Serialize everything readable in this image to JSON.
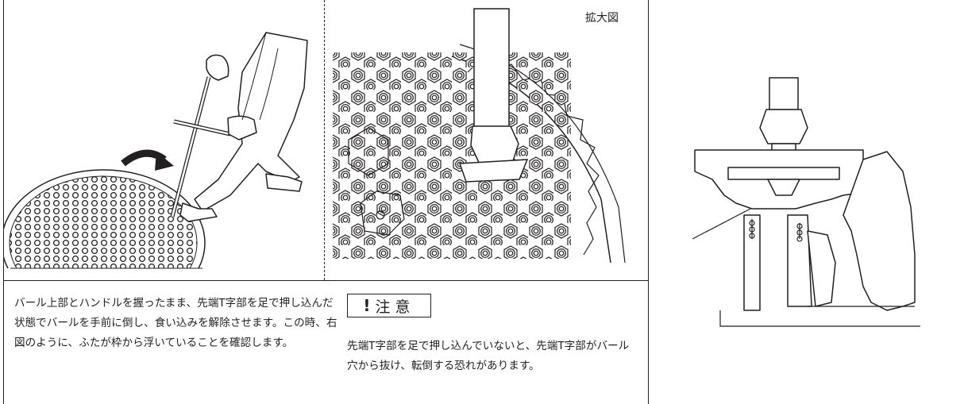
{
  "zoom_label": "拡大図",
  "description": "バール上部とハンドルを握ったまま、先端T字部を足で押し込んだ状態でバールを手前に倒し、食い込みを解除させます。この時、右図のように、ふたが枠から浮いていることを確認します。",
  "caution": {
    "mark": "!",
    "title": "注意",
    "text": "先端T字部を足で押し込んでいないと、先端T字部がバール穴から抜け、転倒する恐れがあります。"
  },
  "colors": {
    "line": "#231f20",
    "background": "#ffffff"
  }
}
